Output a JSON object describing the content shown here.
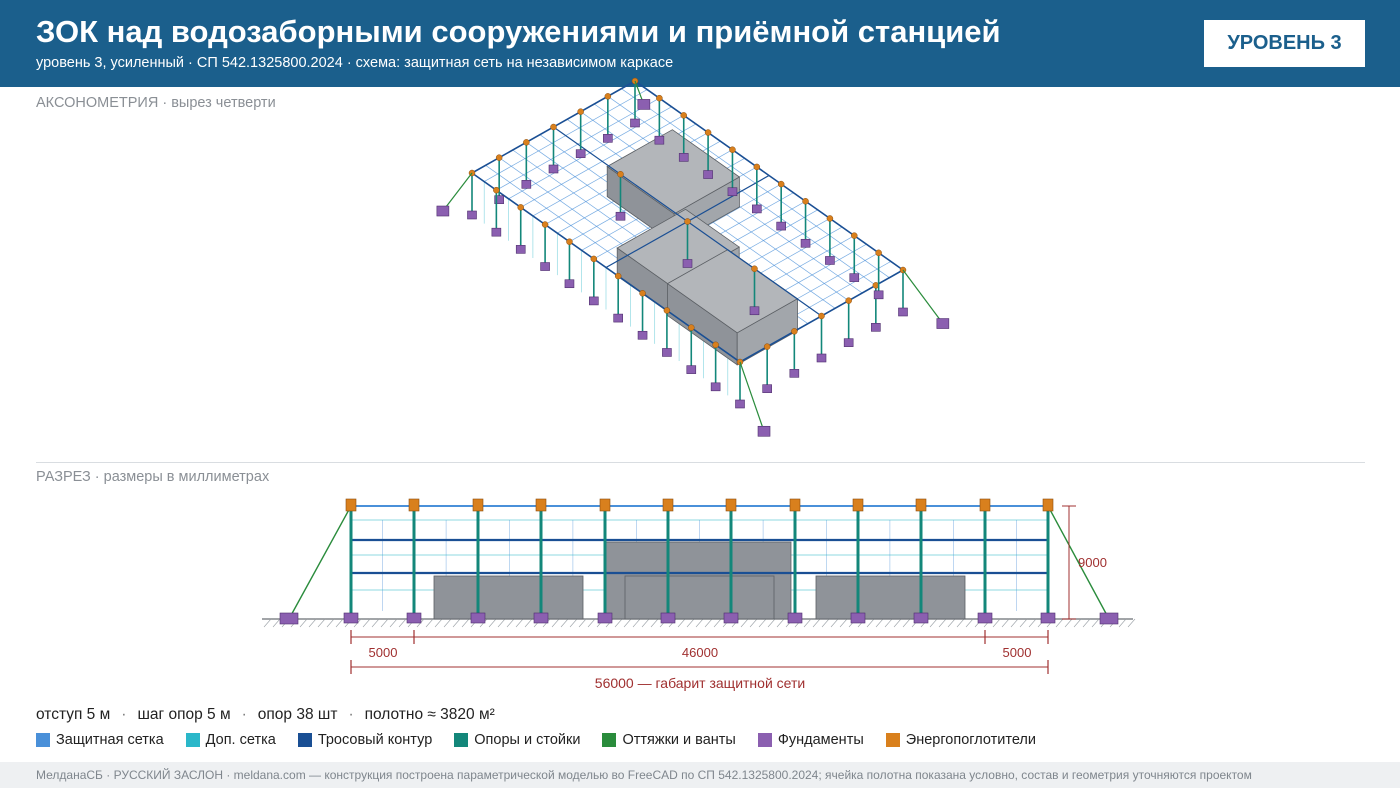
{
  "header": {
    "title": "ЗОК над водозаборными сооружениями и приёмной станцией",
    "subtitle": "уровень 3, усиленный · СП 542.1325800.2024 · схема: защитная сеть на независимом каркасе",
    "badge": "УРОВЕНЬ 3"
  },
  "sections": {
    "axonometry_label": "АКСОНОМЕТРИЯ · вырез четверти",
    "section_label": "РАЗРЕЗ · размеры в миллиметрах"
  },
  "section_dims": {
    "height": "9000",
    "left_offset": "5000",
    "span": "46000",
    "right_offset": "5000",
    "total": "56000 — габарит защитной сети"
  },
  "stats": [
    "отступ 5 м",
    "шаг опор 5 м",
    "опор 38 шт",
    "полотно ≈ 3820 м²"
  ],
  "stats_separator": "·",
  "legend": [
    {
      "label": "Защитная сетка",
      "color": "#4a90d9"
    },
    {
      "label": "Доп. сетка",
      "color": "#2ab7c9"
    },
    {
      "label": "Тросовый контур",
      "color": "#1a4f94"
    },
    {
      "label": "Опоры и стойки",
      "color": "#13877a"
    },
    {
      "label": "Оттяжки и ванты",
      "color": "#2a8c3c"
    },
    {
      "label": "Фундаменты",
      "color": "#8b5fb0"
    },
    {
      "label": "Энергопоглотители",
      "color": "#d9801d"
    }
  ],
  "footer": "МелданаСБ · РУССКИЙ ЗАСЛОН · meldana.com — конструкция построена параметрической моделью во FreeCAD по СП 542.1325800.2024; ячейка полотна показана условно, состав и геометрия уточняются проектом"
}
